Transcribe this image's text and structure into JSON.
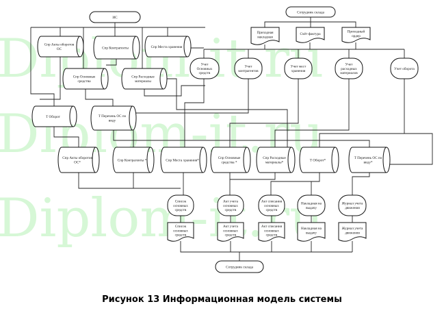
{
  "watermark": "Diplom-it.ru",
  "caption": "Рисунок 13 Информационная модель системы",
  "nodes": [
    {
      "kind": "terminator",
      "lines": [
        "ИС"
      ]
    },
    {
      "kind": "cylinder",
      "lines": [
        "Спр Акты оборотов",
        "ОС"
      ]
    },
    {
      "kind": "cylinder",
      "lines": [
        "Спр Контрагенты"
      ]
    },
    {
      "kind": "cylinder",
      "lines": [
        "Спр Места хранения"
      ]
    },
    {
      "kind": "cylinder",
      "lines": [
        "Спр Основные",
        "средства"
      ]
    },
    {
      "kind": "cylinder",
      "lines": [
        "Спр Расходные",
        "материалы"
      ]
    },
    {
      "kind": "cylinder",
      "lines": [
        "Т Оборот"
      ]
    },
    {
      "kind": "cylinder",
      "lines": [
        "Т Перечень ОС по",
        "виду"
      ]
    },
    {
      "kind": "terminator",
      "lines": [
        "Сотрудник склада"
      ]
    },
    {
      "kind": "document",
      "lines": [
        "Приходная",
        "накладная"
      ]
    },
    {
      "kind": "document",
      "lines": [
        "Счёт-фактура"
      ]
    },
    {
      "kind": "document",
      "lines": [
        "Приходный",
        "ордер"
      ]
    },
    {
      "kind": "process",
      "lines": [
        "Учет",
        "Основных",
        "средств"
      ]
    },
    {
      "kind": "process",
      "lines": [
        "Учет",
        "контрагентов"
      ]
    },
    {
      "kind": "process",
      "lines": [
        "Учет мест",
        "хранения"
      ]
    },
    {
      "kind": "process",
      "lines": [
        "Учет",
        "расходных",
        "материалов"
      ]
    },
    {
      "kind": "process",
      "lines": [
        "Учет оборота"
      ]
    },
    {
      "kind": "cylinder",
      "lines": [
        "Спр Акты оборотов",
        "ОС*"
      ]
    },
    {
      "kind": "cylinder",
      "lines": [
        "Спр Контрагенты *"
      ]
    },
    {
      "kind": "cylinder",
      "lines": [
        "Спр Места хранения*"
      ]
    },
    {
      "kind": "cylinder",
      "lines": [
        "Спр Основные",
        "средства *"
      ]
    },
    {
      "kind": "cylinder",
      "lines": [
        "Спр Расходные",
        "материалы*"
      ]
    },
    {
      "kind": "cylinder",
      "lines": [
        "Т Оборот*"
      ]
    },
    {
      "kind": "cylinder",
      "lines": [
        "Т Перечень ОС по",
        "виду*"
      ]
    },
    {
      "kind": "process",
      "lines": [
        "Список",
        "основных",
        "средств"
      ]
    },
    {
      "kind": "process",
      "lines": [
        "Акт учета",
        "основных",
        "средств"
      ]
    },
    {
      "kind": "process",
      "lines": [
        "Акт списания",
        "основных",
        "средств"
      ]
    },
    {
      "kind": "process",
      "lines": [
        "Накладная на",
        "выдачу"
      ]
    },
    {
      "kind": "process",
      "lines": [
        "Журнал учета",
        "движения"
      ]
    },
    {
      "kind": "document",
      "lines": [
        "Список",
        "основных",
        "средств"
      ]
    },
    {
      "kind": "document",
      "lines": [
        "Акт учета",
        "основных",
        "средств"
      ]
    },
    {
      "kind": "document",
      "lines": [
        "Акт списания",
        "основных",
        "средств"
      ]
    },
    {
      "kind": "document",
      "lines": [
        "Накладная на",
        "выдачу"
      ]
    },
    {
      "kind": "document",
      "lines": [
        "Журнал учета",
        "движения"
      ]
    },
    {
      "kind": "terminator",
      "lines": [
        "Сотрудник склада"
      ]
    }
  ]
}
